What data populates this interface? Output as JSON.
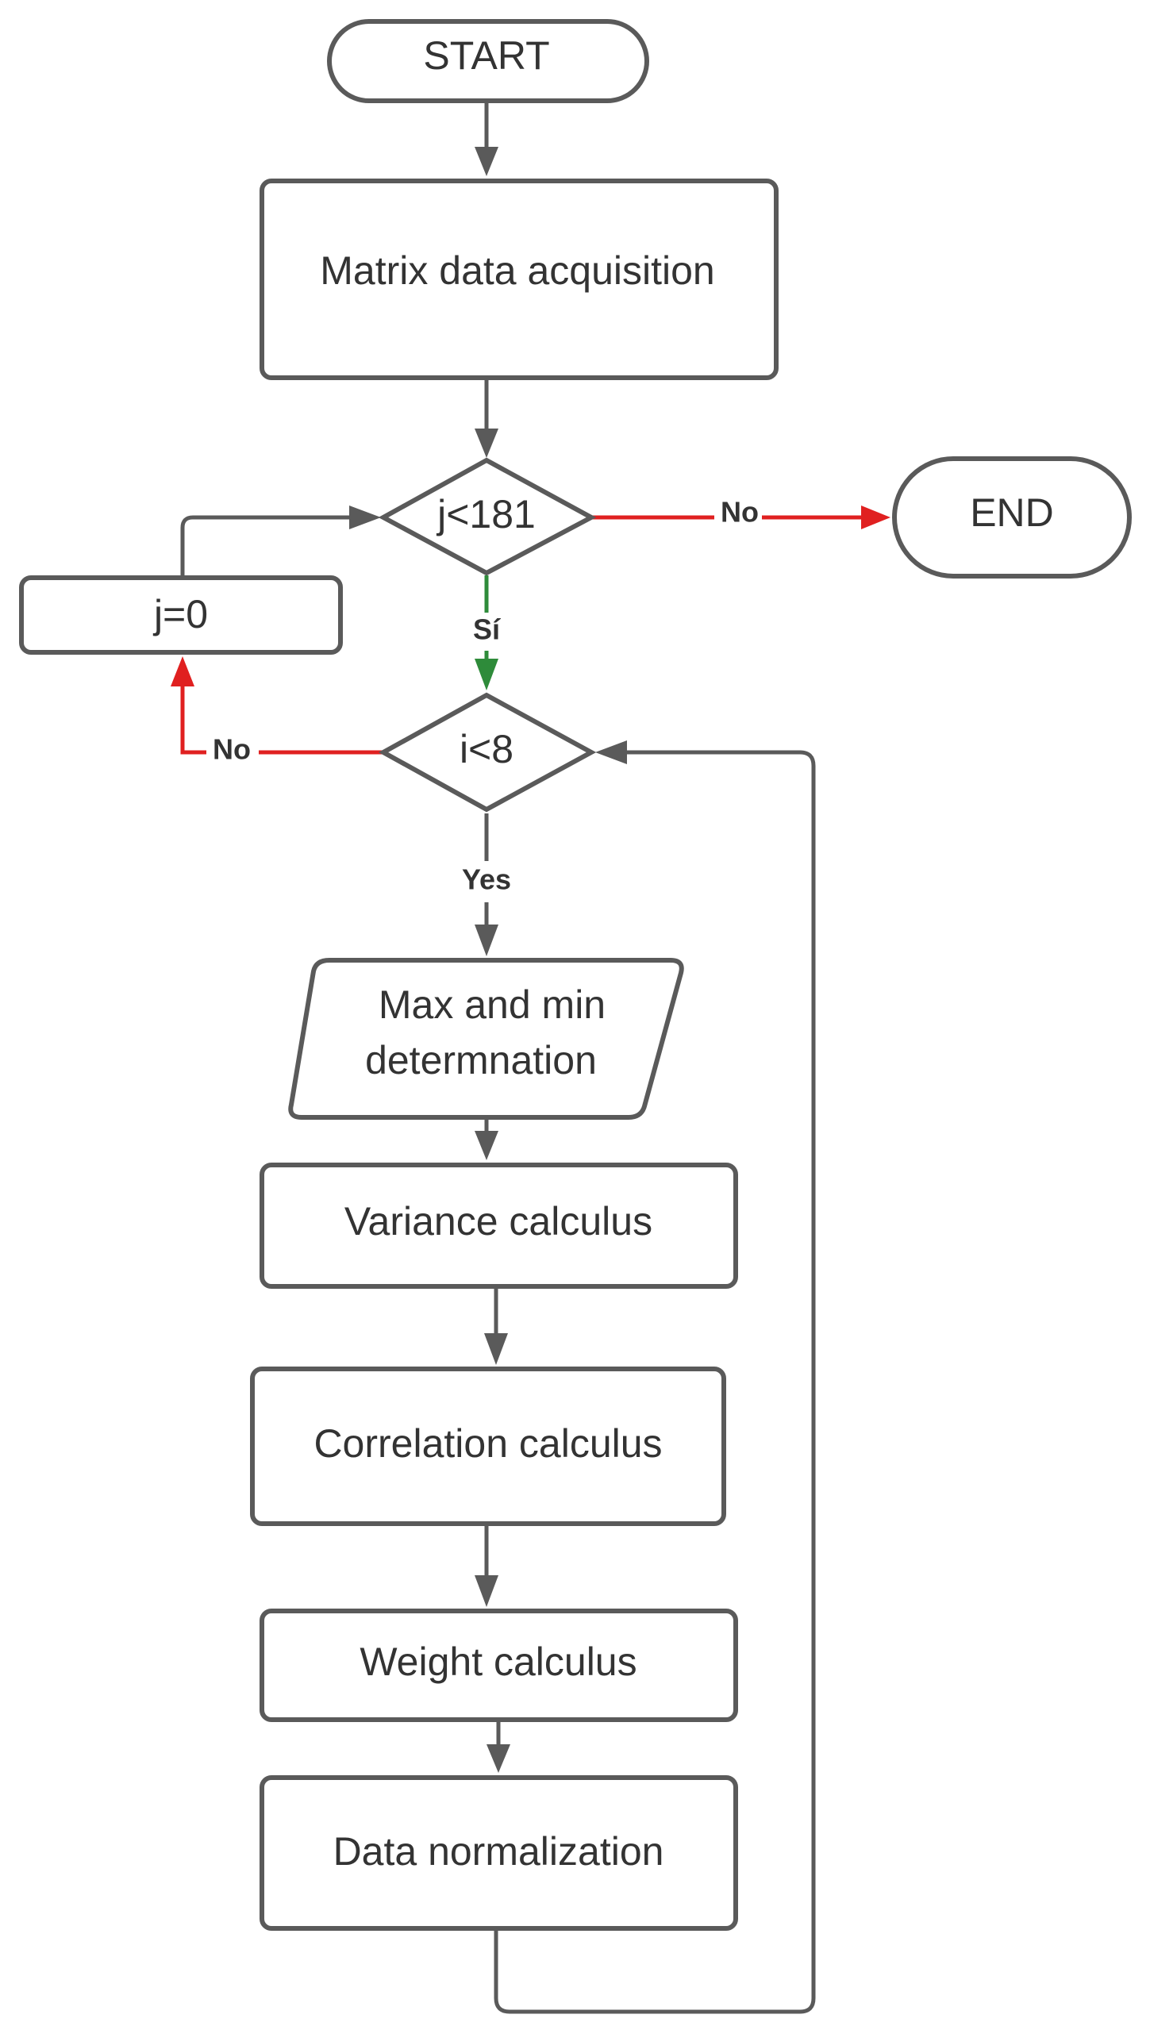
{
  "nodes": {
    "start": "START",
    "acquisition": "Matrix data acquisition",
    "j_condition": "j<181",
    "end": "END",
    "j_reset": "j=0",
    "i_condition": "i<8",
    "maxmin_line1": "Max and min",
    "maxmin_line2": "determnation",
    "variance": "Variance calculus",
    "correlation": "Correlation calculus",
    "weight": "Weight calculus",
    "normalization": "Data normalization"
  },
  "edges": {
    "j_no": "No",
    "j_yes": "Sí",
    "i_no": "No",
    "i_yes": "Yes"
  },
  "colors": {
    "outline": "#5a5a5a",
    "text": "#333333",
    "no_branch": "#e02020",
    "yes_branch": "#2e8b3a"
  }
}
